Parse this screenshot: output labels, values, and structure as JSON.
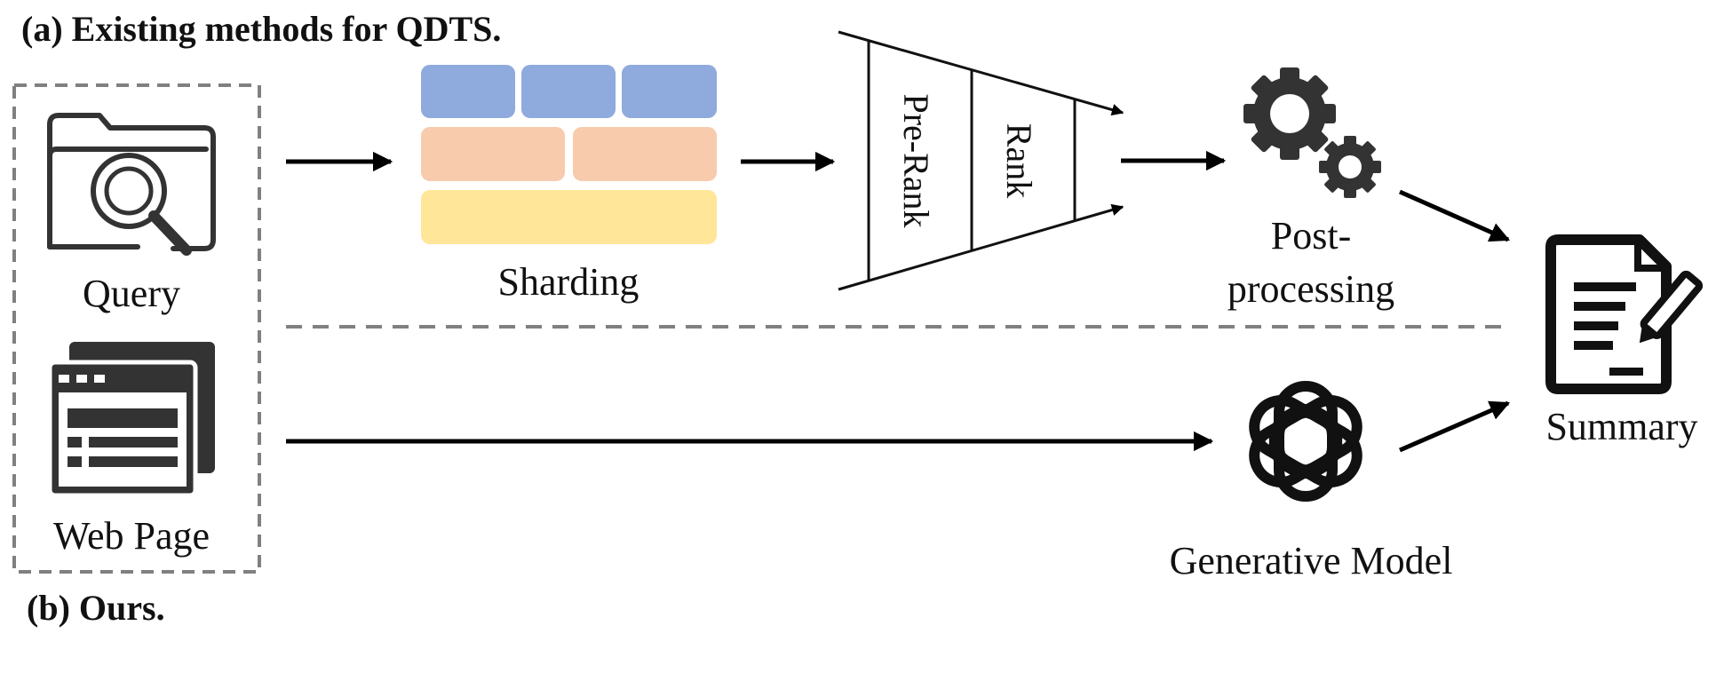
{
  "section_a": {
    "title": "(a) Existing methods for QDTS."
  },
  "section_b": {
    "title": "(b) Ours."
  },
  "inputs": {
    "query": {
      "label": "Query",
      "icon": "folder-search-icon"
    },
    "web_page": {
      "label": "Web Page",
      "icon": "browser-window-icon"
    }
  },
  "pipeline": {
    "sharding": {
      "label": "Sharding",
      "colors": {
        "blue": "#8faadc",
        "peach": "#f8cbad",
        "yellow": "#ffe699"
      }
    },
    "funnel": {
      "stage1": "Pre-Rank",
      "stage2": "Rank"
    },
    "post_processing": {
      "line1": "Post-",
      "line2": "processing",
      "icon": "gears-icon"
    }
  },
  "ours": {
    "model_label": "Generative Model",
    "icon": "openai-logo-icon"
  },
  "output": {
    "label": "Summary",
    "icon": "document-pen-icon"
  },
  "colors": {
    "dashed": "#808080",
    "arrow": "#000000"
  }
}
